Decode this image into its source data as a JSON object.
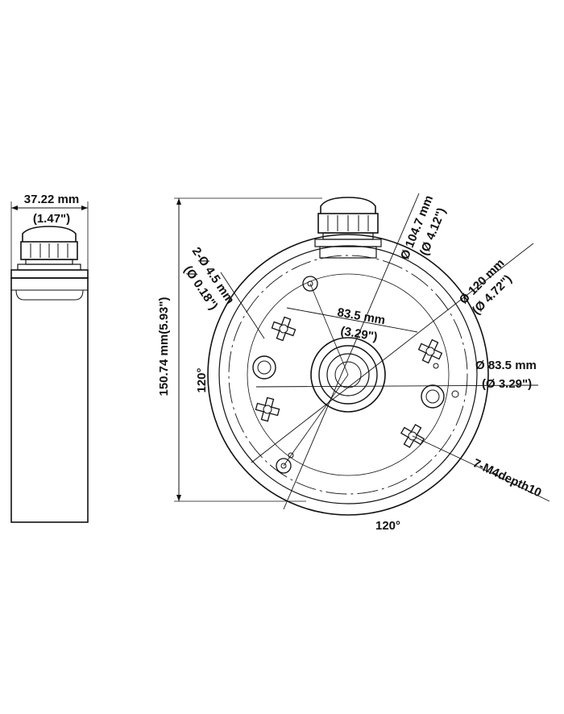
{
  "side_view": {
    "width_mm": "37.22 mm",
    "width_in": "(1.47\")"
  },
  "front_view": {
    "height_label": "150.74 mm(5.93\")",
    "outer_dia_mm": "Ø 104.7 mm",
    "outer_dia_in": "(Ø 4.12\")",
    "ring_dia_mm": "Ø 120 mm",
    "ring_dia_in": "(Ø 4.72\")",
    "bolt_circle_mm": "Ø 83.5 mm",
    "bolt_circle_in": "(Ø 3.29\")",
    "center_dist_mm": "83.5 mm",
    "center_dist_in": "(3.29\")",
    "holes_mm": "2-Ø 4.5 mm",
    "holes_in": "(Ø 0.18\")",
    "angle_left": "120°",
    "angle_bottom": "120°",
    "thread_spec": "7-M4depth10"
  }
}
